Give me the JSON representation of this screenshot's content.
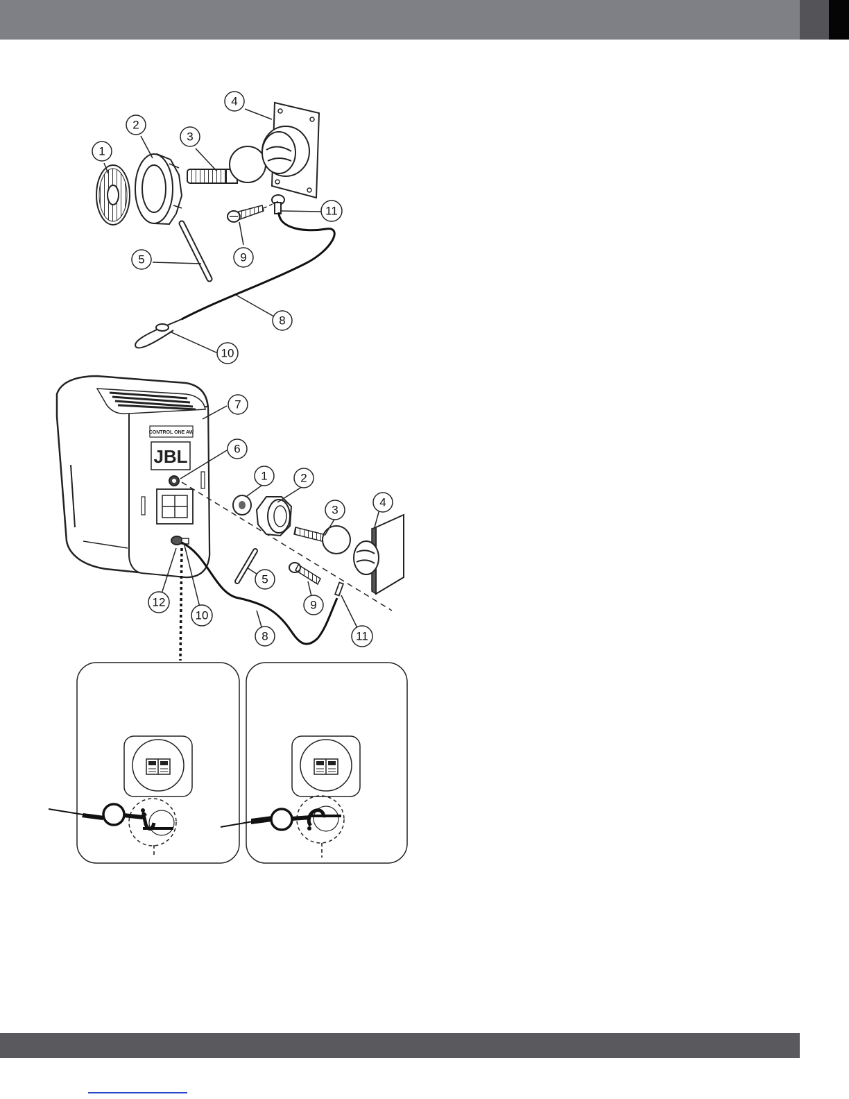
{
  "figure": {
    "upper_callouts": [
      "1",
      "2",
      "3",
      "4",
      "5",
      "9",
      "11",
      "8",
      "10"
    ],
    "lower_callouts": [
      "7",
      "6",
      "1",
      "2",
      "3",
      "4",
      "5",
      "9",
      "11",
      "12",
      "10",
      "8"
    ],
    "speaker_label": "CONTROL ONE AW",
    "speaker_logo": "JBL"
  },
  "colors": {
    "header_bar": "#7f8085",
    "header_tab_dark": "#545458",
    "header_tab_black": "#050505",
    "footer_bar": "#5a5a5e",
    "footer_link": "#2a44c9"
  }
}
